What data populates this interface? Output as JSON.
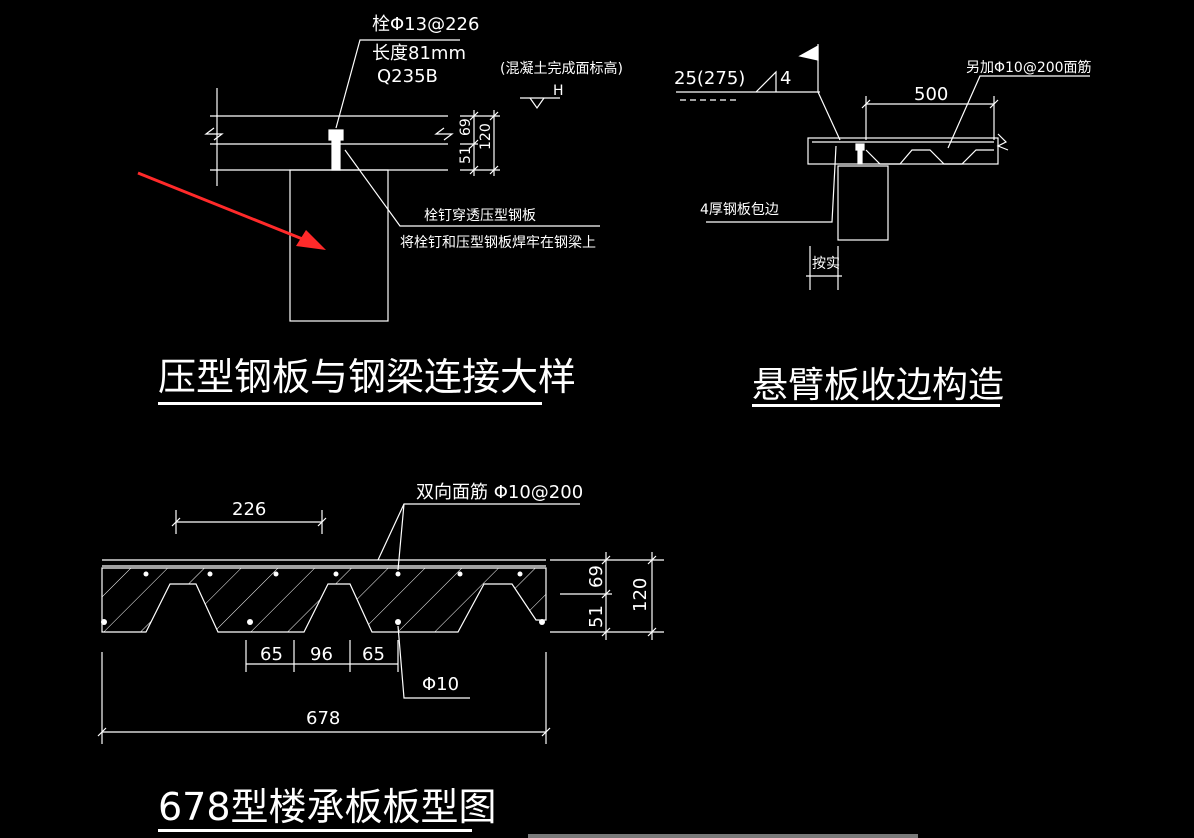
{
  "colors": {
    "background": "#000000",
    "lines": "#ffffff",
    "arrow": "#ff2a2a",
    "scrollbar": "#7a7a7a"
  },
  "detail1": {
    "title": "压型钢板与钢梁连接大样",
    "stud_spec": "栓Φ13@226",
    "stud_length": "长度81mm",
    "stud_material": "Q235B",
    "concrete_note": "(混凝土完成面标高)",
    "elevation_mark": "H",
    "dim_51": "51",
    "dim_69": "69",
    "dim_120": "120",
    "note_line1": "栓钉穿透压型钢板",
    "note_line2": "将栓钉和压型钢板焊牢在钢梁上"
  },
  "detail2": {
    "title": "悬臂板收边构造",
    "weld_spec": "25(275)",
    "weld_size": "4",
    "extra_rebar": "另加Φ10@200面筋",
    "dim_500": "500",
    "edge_plate": "4厚钢板包边",
    "per_actual": "按实"
  },
  "detail3": {
    "title": "678型楼承板板型图",
    "rebar_note": "双向面筋 Φ10@200",
    "dim_226": "226",
    "dim_65a": "65",
    "dim_96": "96",
    "dim_65b": "65",
    "bottom_bar": "Φ10",
    "dim_678": "678",
    "dim_51": "51",
    "dim_69": "69",
    "dim_120": "120"
  }
}
